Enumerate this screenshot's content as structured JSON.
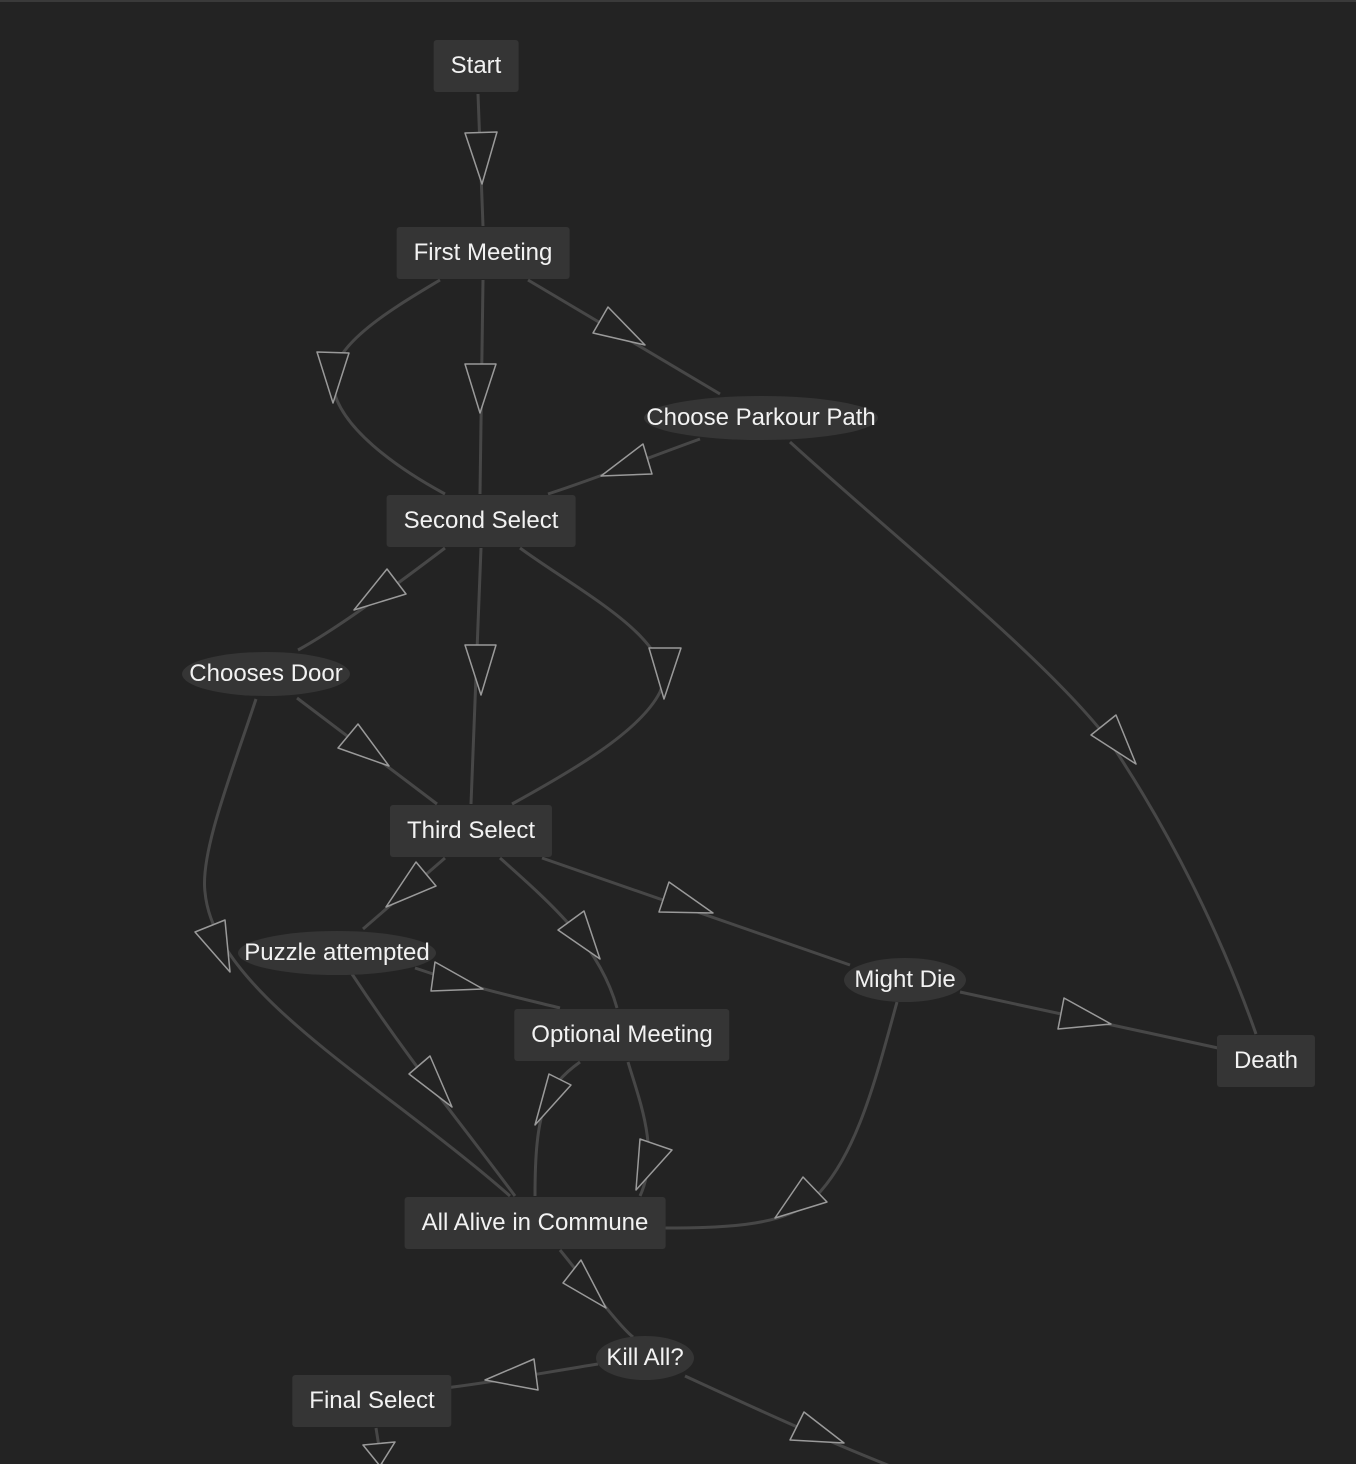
{
  "colors": {
    "background": "#232323",
    "node_fill": "#353535",
    "edge": "#474747",
    "arrow_outline": "#9a9a9a",
    "text": "#f2f2f2"
  },
  "nodes": {
    "start": {
      "label": "Start",
      "shape": "box"
    },
    "first_meeting": {
      "label": "First Meeting",
      "shape": "box"
    },
    "choose_parkour_path": {
      "label": "Choose Parkour Path",
      "shape": "ellipse"
    },
    "second_select": {
      "label": "Second Select",
      "shape": "box"
    },
    "chooses_door": {
      "label": "Chooses Door",
      "shape": "ellipse"
    },
    "third_select": {
      "label": "Third Select",
      "shape": "box"
    },
    "puzzle_attempted": {
      "label": "Puzzle attempted",
      "shape": "ellipse"
    },
    "might_die": {
      "label": "Might Die",
      "shape": "ellipse"
    },
    "optional_meeting": {
      "label": "Optional Meeting",
      "shape": "box"
    },
    "death": {
      "label": "Death",
      "shape": "box"
    },
    "all_alive_in_commune": {
      "label": "All Alive in Commune",
      "shape": "box"
    },
    "kill_all": {
      "label": "Kill All?",
      "shape": "ellipse"
    },
    "final_select": {
      "label": "Final Select",
      "shape": "box"
    }
  },
  "edges": [
    {
      "from": "start",
      "to": "first_meeting"
    },
    {
      "from": "first_meeting",
      "to": "second_select"
    },
    {
      "from": "first_meeting",
      "to": "second_select"
    },
    {
      "from": "first_meeting",
      "to": "choose_parkour_path"
    },
    {
      "from": "choose_parkour_path",
      "to": "second_select"
    },
    {
      "from": "choose_parkour_path",
      "to": "death"
    },
    {
      "from": "second_select",
      "to": "chooses_door"
    },
    {
      "from": "second_select",
      "to": "third_select"
    },
    {
      "from": "second_select",
      "to": "third_select"
    },
    {
      "from": "chooses_door",
      "to": "third_select"
    },
    {
      "from": "chooses_door",
      "to": "all_alive_in_commune"
    },
    {
      "from": "third_select",
      "to": "puzzle_attempted"
    },
    {
      "from": "third_select",
      "to": "optional_meeting"
    },
    {
      "from": "third_select",
      "to": "might_die"
    },
    {
      "from": "puzzle_attempted",
      "to": "optional_meeting"
    },
    {
      "from": "puzzle_attempted",
      "to": "all_alive_in_commune"
    },
    {
      "from": "might_die",
      "to": "death"
    },
    {
      "from": "might_die",
      "to": "all_alive_in_commune"
    },
    {
      "from": "optional_meeting",
      "to": "all_alive_in_commune"
    },
    {
      "from": "optional_meeting",
      "to": "all_alive_in_commune"
    },
    {
      "from": "all_alive_in_commune",
      "to": "kill_all"
    },
    {
      "from": "kill_all",
      "to": "final_select"
    },
    {
      "from": "kill_all",
      "to": "offscreen"
    },
    {
      "from": "final_select",
      "to": "offscreen"
    }
  ]
}
